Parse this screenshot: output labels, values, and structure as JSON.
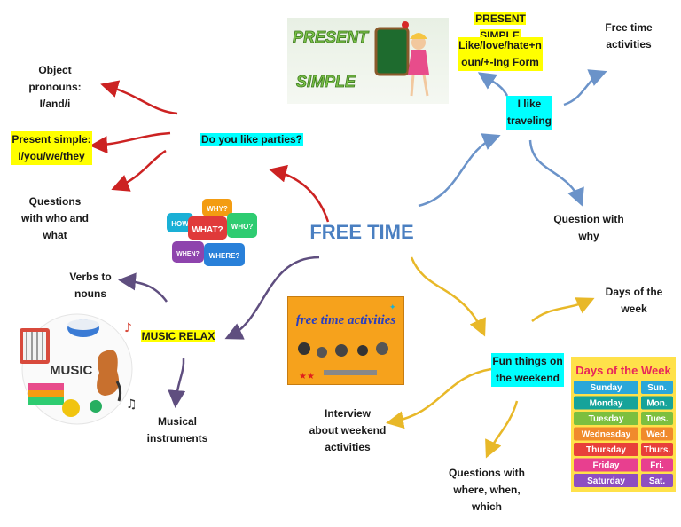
{
  "center": {
    "title": "FREE TIME"
  },
  "nodes": {
    "parties": "Do you like parties?",
    "object_pronouns": "Object\npronouns:\nI/and/i",
    "present_simple_left": "Present simple:\nI/you/we/they",
    "questions_who_what": "Questions\nwith who and\nwhat",
    "present_simple_top": "PRESENT SIMPLE",
    "like_love_hate": "Like/love/hate+n\noun/+-Ing Form",
    "i_like_traveling": "I like\ntraveling",
    "free_time_activities": "Free time\nactivities",
    "question_with_why": "Question with\nwhy",
    "verbs_to_nouns": "Verbs to\nnouns",
    "music_relax": "MUSIC RELAX",
    "musical_instruments": "Musical\ninstruments",
    "days_of_week": "Days of the\nweek",
    "fun_things": "Fun things on\nthe weekend",
    "interview": "Interview\nabout weekend\nactivities",
    "questions_where": "Questions with\nwhere, when,\nwhich"
  },
  "images": {
    "present_simple": {
      "line1": "PRESENT",
      "line2": "SIMPLE"
    },
    "question_bubbles": [
      "WHY?",
      "HOW",
      "WHAT?",
      "WHO?",
      "WHEN?",
      "WHERE?"
    ],
    "music": {
      "word": "MUSIC"
    },
    "free_time_activities": {
      "title": "free time activities"
    },
    "days_of_week": {
      "title": "Days of the Week",
      "rows": [
        [
          "Sunday",
          "Sun."
        ],
        [
          "Monday",
          "Mon."
        ],
        [
          "Tuesday",
          "Tues."
        ],
        [
          "Wednesday",
          "Wed."
        ],
        [
          "Thursday",
          "Thurs."
        ],
        [
          "Friday",
          "Fri."
        ],
        [
          "Saturday",
          "Sat."
        ]
      ]
    }
  },
  "colors": {
    "red_arrows": "#cc2222",
    "blue_arrows": "#6b93c9",
    "purple_arrows": "#5f4e7f",
    "gold_arrows": "#e8b828",
    "center_text": "#4a7fc1",
    "highlight_yellow": "#ffff00",
    "highlight_cyan": "#00ffff"
  }
}
